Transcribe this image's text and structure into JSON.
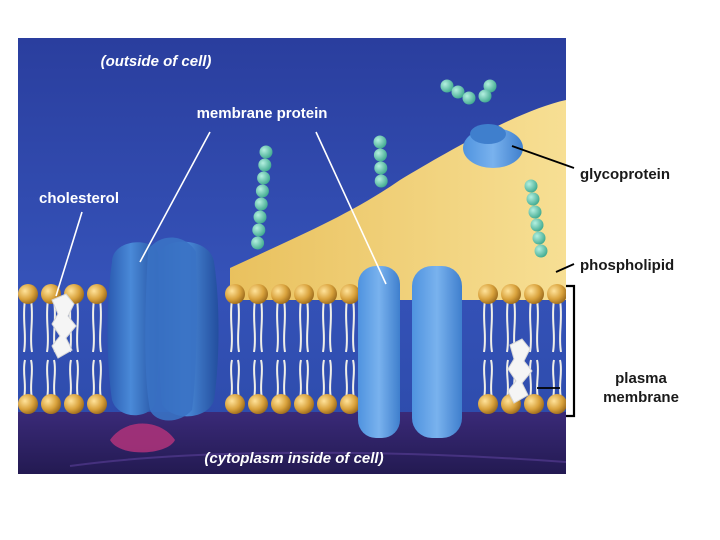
{
  "diagram": {
    "labels": {
      "outside": "(outside of cell)",
      "inside": "(cytoplasm inside of cell)",
      "membrane_protein": "membrane protein",
      "cholesterol": "cholesterol",
      "glycoprotein": "glycoprotein",
      "phospholipid": "phospholipid",
      "plasma_line1": "plasma",
      "plasma_line2": "membrane"
    },
    "colors": {
      "outside_blue": "#2b3fa0",
      "inside_purple": "#2a2160",
      "extracellular_yellow": "#f3d37a",
      "head_gold": "#d9a23c",
      "protein_blue": "#3c78c8",
      "carbohydrate_teal": "#5cc4b0",
      "cholesterol_white": "#f4f4f4"
    }
  }
}
